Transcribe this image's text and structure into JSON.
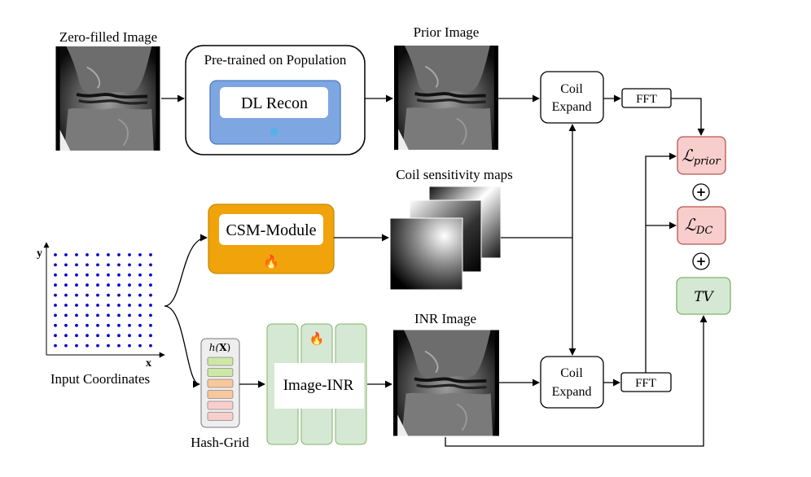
{
  "labels": {
    "zero_filled": "Zero-filled Image",
    "pretrained": "Pre-trained on Population",
    "dl_recon": "DL Recon",
    "prior_image": "Prior Image",
    "coil_line1": "Coil",
    "coil_line2": "Expand",
    "fft": "FFT",
    "coil_sens": "Coil sensitivity maps",
    "csm_module": "CSM-Module",
    "inr_image": "INR Image",
    "image_inr": "Image-INR",
    "hash_grid": "Hash-Grid",
    "input_coords": "Input Coordinates",
    "axis_x": "x",
    "axis_y": "y",
    "h_fn": "h(",
    "h_x": "X",
    "h_close": ")",
    "plus": "+"
  },
  "losses": {
    "prior_main": "ℒ",
    "prior_sub": "prior",
    "dc_main": "ℒ",
    "dc_sub": "DC",
    "tv": "TV"
  },
  "icons": {
    "snowflake": "❄",
    "fire": "🔥"
  },
  "colors": {
    "dl_recon_fill": "#7ea6e0",
    "dl_recon_stroke": "#4a7cc7",
    "csm_fill": "#f0a30a",
    "csm_stroke": "#c98a08",
    "inr_fill": "#d5e8d4",
    "inr_stroke": "#82b366",
    "loss_red_fill": "#f8cecc",
    "loss_red_stroke": "#b85450",
    "grid_dot": "#0000cc",
    "hash_green": "#cde8a4",
    "hash_orange": "#f9c79b",
    "hash_pink": "#f8cecc"
  }
}
